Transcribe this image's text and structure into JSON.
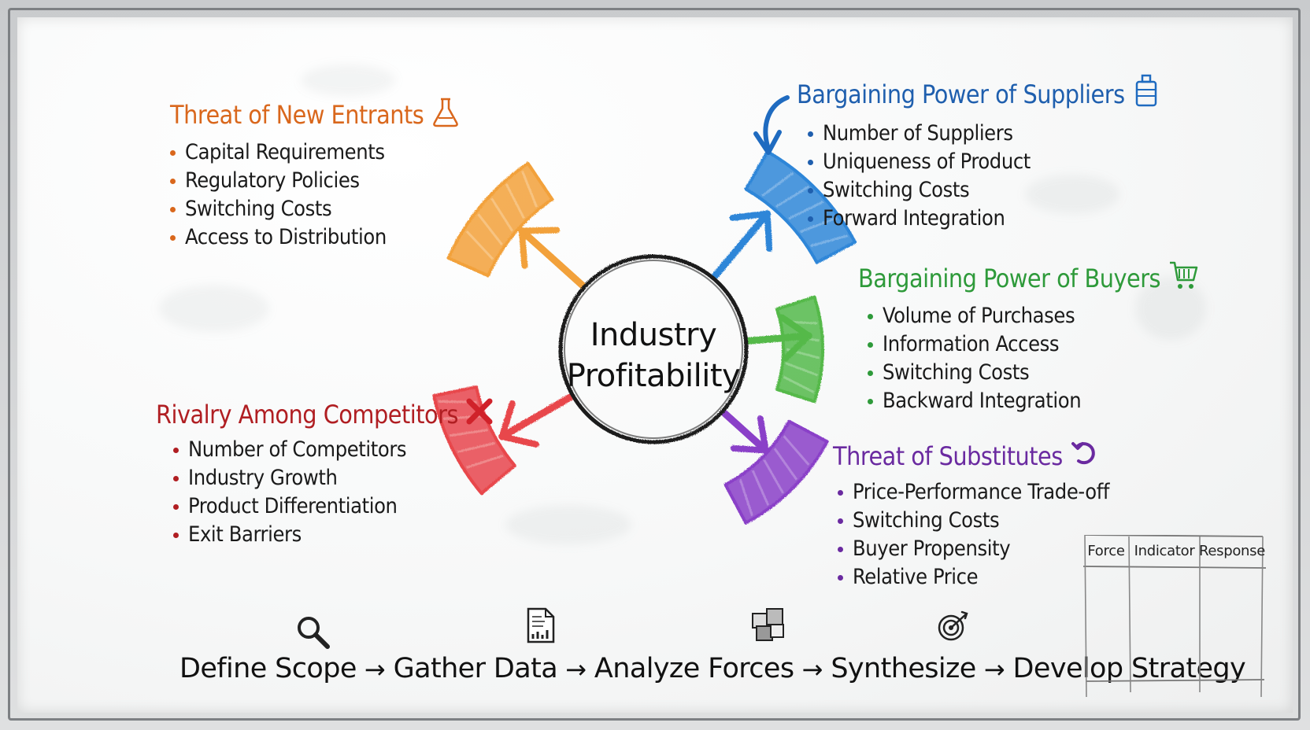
{
  "center": {
    "line1": "Industry",
    "line2": "Profitability"
  },
  "forces": {
    "new_entrants": {
      "title": "Threat of New Entrants",
      "color": "#d9671c",
      "icon": "flask-icon",
      "items": [
        "Capital Requirements",
        "Regulatory Policies",
        "Switching Costs",
        "Access to Distribution"
      ]
    },
    "suppliers": {
      "title": "Bargaining Power of Suppliers",
      "color": "#1f5fae",
      "icon": "stack-icon",
      "items": [
        "Number of Suppliers",
        "Uniqueness of Product",
        "Switching Costs",
        "Forward Integration"
      ]
    },
    "buyers": {
      "title": "Bargaining Power of Buyers",
      "color": "#2e9a3a",
      "icon": "cart-icon",
      "items": [
        "Volume of Purchases",
        "Information Access",
        "Switching Costs",
        "Backward Integration"
      ]
    },
    "substitutes": {
      "title": "Threat of Substitutes",
      "color": "#6a2aa0",
      "icon": "cycle-icon",
      "items": [
        "Price-Performance Trade-off",
        "Switching Costs",
        "Buyer Propensity",
        "Relative Price"
      ]
    },
    "rivalry": {
      "title": "Rivalry Among Competitors",
      "color": "#b01e22",
      "icon": "cross-icon",
      "items": [
        "Number of Competitors",
        "Industry Growth",
        "Product Differentiation",
        "Exit Barriers"
      ]
    }
  },
  "arc_colors": {
    "orange": "#f2a13a",
    "blue": "#2f86d8",
    "green": "#54b94a",
    "purple": "#8a3fc8",
    "red": "#e8474c"
  },
  "process": {
    "steps": [
      {
        "label": "Define Scope",
        "icon": "magnifier-icon"
      },
      {
        "label": "Gather Data",
        "icon": "document-chart-icon"
      },
      {
        "label": "Analyze Forces",
        "icon": "puzzle-icon"
      },
      {
        "label": "Synthesize",
        "icon": "target-icon"
      },
      {
        "label": "Develop Strategy",
        "icon": ""
      }
    ],
    "arrow": "→"
  },
  "table": {
    "headers": [
      "Force",
      "Indicator",
      "Response"
    ]
  }
}
